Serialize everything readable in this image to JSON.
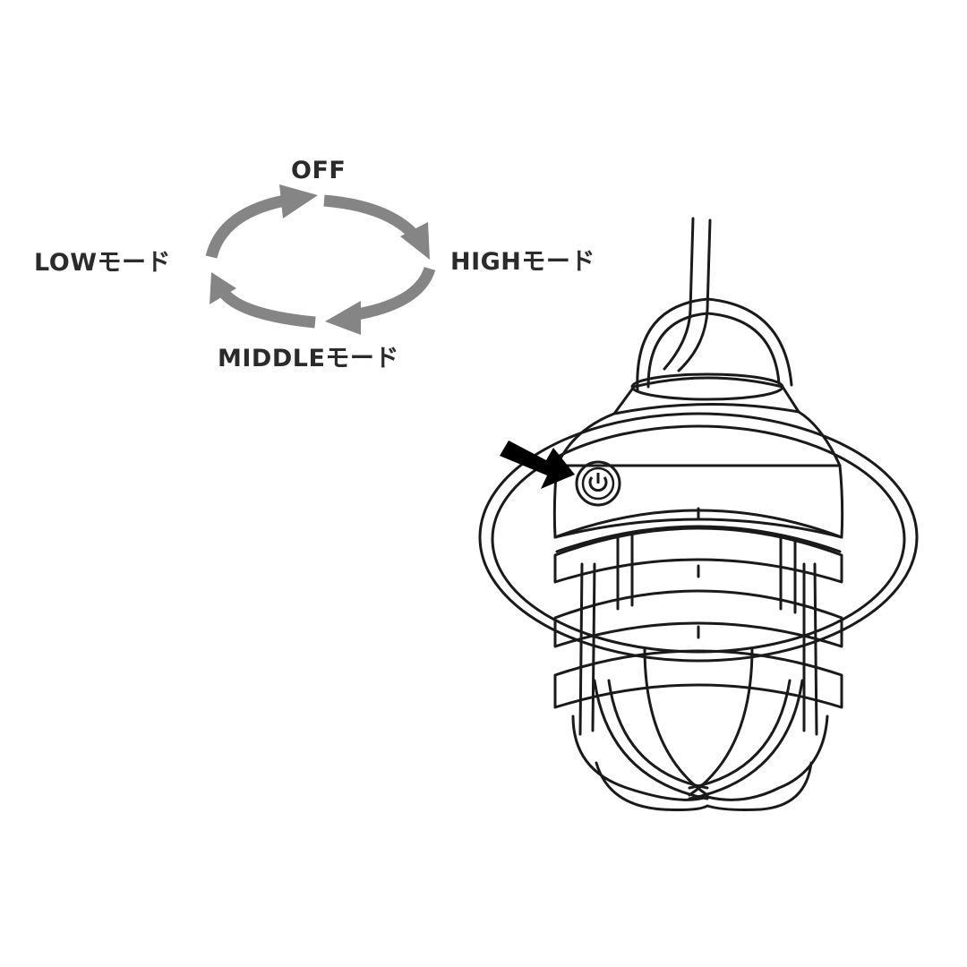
{
  "colors": {
    "background": "#ffffff",
    "text": "#2b2b2b",
    "cycle_arrow": "#858585",
    "line_art": "#1a1a1a",
    "pointer_arrow": "#000000"
  },
  "mode_cycle": {
    "off_label": "OFF",
    "high_label": "HIGHモード",
    "middle_label": "MIDDLEモード",
    "low_label": "LOWモード",
    "direction": "clockwise"
  },
  "icons": {
    "power_button": "power-icon",
    "pointer": "pointer-arrow-icon",
    "cycle": "cycle-arrow-icon",
    "lantern": "lantern-illustration"
  }
}
